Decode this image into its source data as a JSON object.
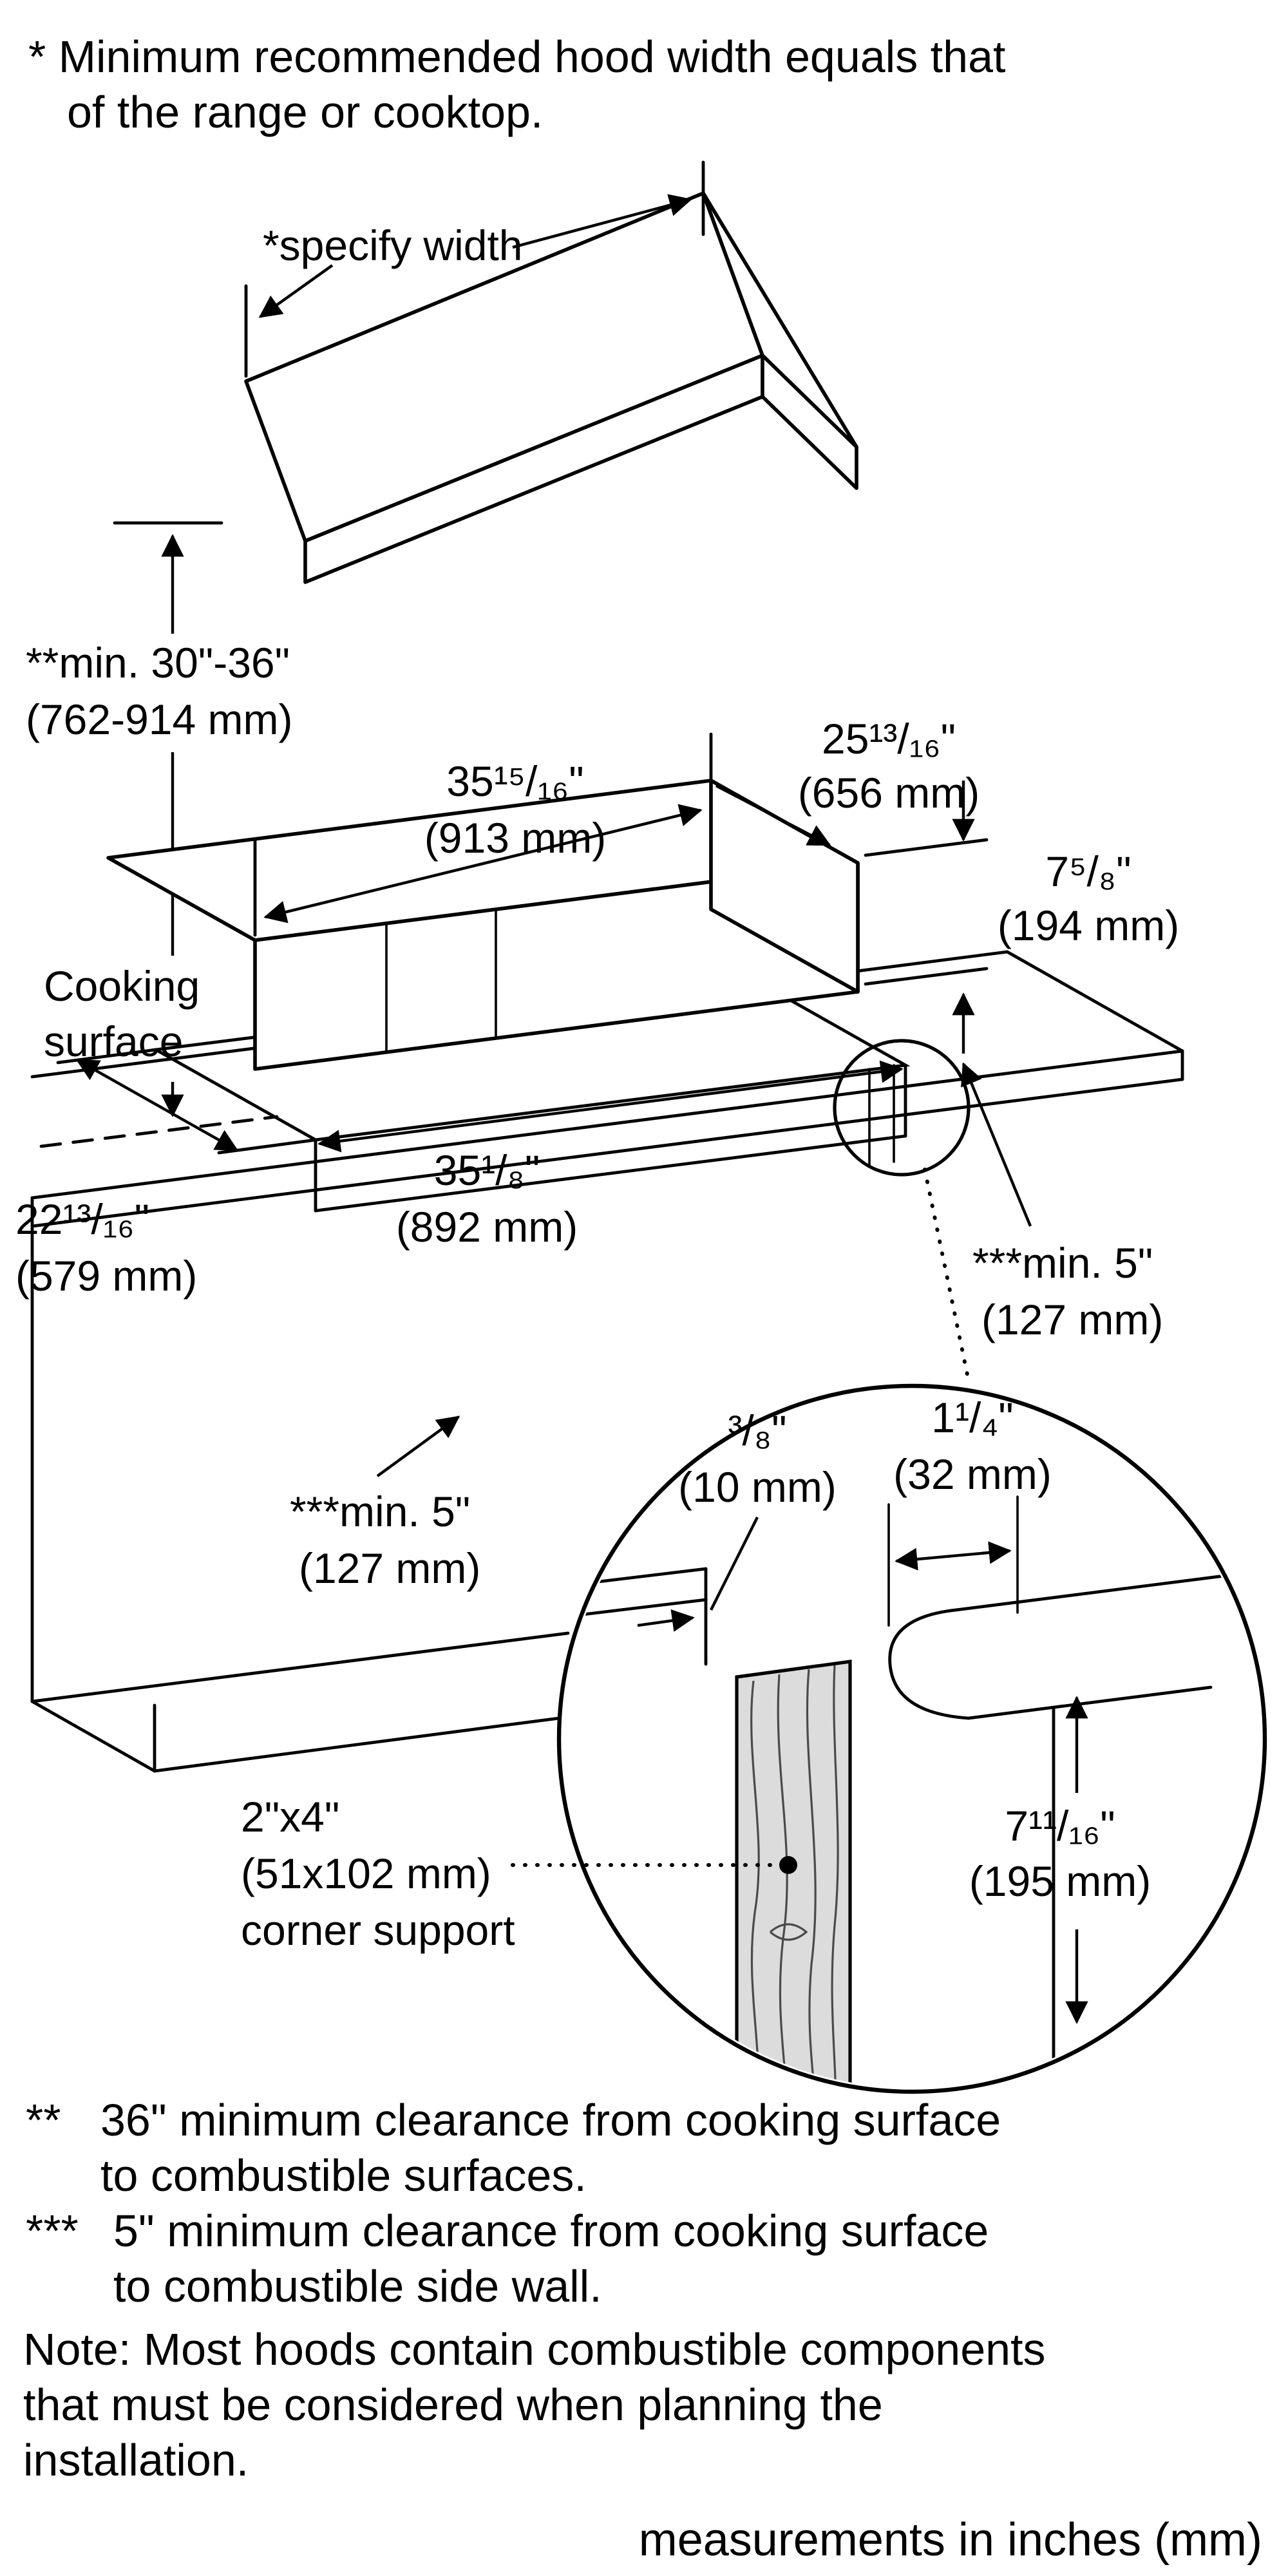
{
  "header": {
    "line1": "* Minimum recommended hood width equals that",
    "line2": "of the range or cooktop."
  },
  "hood": {
    "specify_width": "*specify width",
    "min_height_line1": "**min. 30\"-36\"",
    "min_height_line2": "(762-914 mm)"
  },
  "cooking_surface": {
    "line1": "Cooking",
    "line2": "surface"
  },
  "dimensions": {
    "rangetop_width": {
      "line1": "35¹⁵/₁₆\"",
      "line2": "(913 mm)"
    },
    "rangetop_depth": {
      "line1": "25¹³/₁₆\"",
      "line2": "(656 mm)"
    },
    "rangetop_height": {
      "line1": "7⁵/₈\"",
      "line2": "(194 mm)"
    },
    "cutout_width": {
      "line1": "35¹/₈\"",
      "line2": "(892 mm)"
    },
    "cutout_depth": {
      "line1": "22¹³/₁₆\"",
      "line2": "(579 mm)"
    },
    "side_clearance_right": {
      "line1": "***min. 5\"",
      "line2": "(127 mm)"
    },
    "side_clearance_left": {
      "line1": "***min. 5\"",
      "line2": "(127 mm)"
    },
    "reveal_gap": {
      "line1": "³/₈\"",
      "line2": "(10 mm)"
    },
    "edge_offset": {
      "line1": "1¹/₄\"",
      "line2": "(32 mm)"
    },
    "support_drop": {
      "line1": "7¹¹/₁₆\"",
      "line2": "(195 mm)"
    },
    "corner_support": {
      "line1": "2\"x4\"",
      "line2": "(51x102 mm)",
      "line3": "corner support"
    }
  },
  "footnotes": {
    "double_star": {
      "marker": "**",
      "line1": "36\" minimum clearance from cooking surface",
      "line2": "to combustible surfaces."
    },
    "triple_star": {
      "marker": "***",
      "line1": "5\" minimum clearance from cooking surface",
      "line2": "to combustible side wall."
    },
    "note": {
      "line1": "Note: Most hoods contain combustible components",
      "line2": "that must be considered when planning the",
      "line3": "installation."
    }
  },
  "footer": {
    "units": "measurements in inches (mm)"
  }
}
